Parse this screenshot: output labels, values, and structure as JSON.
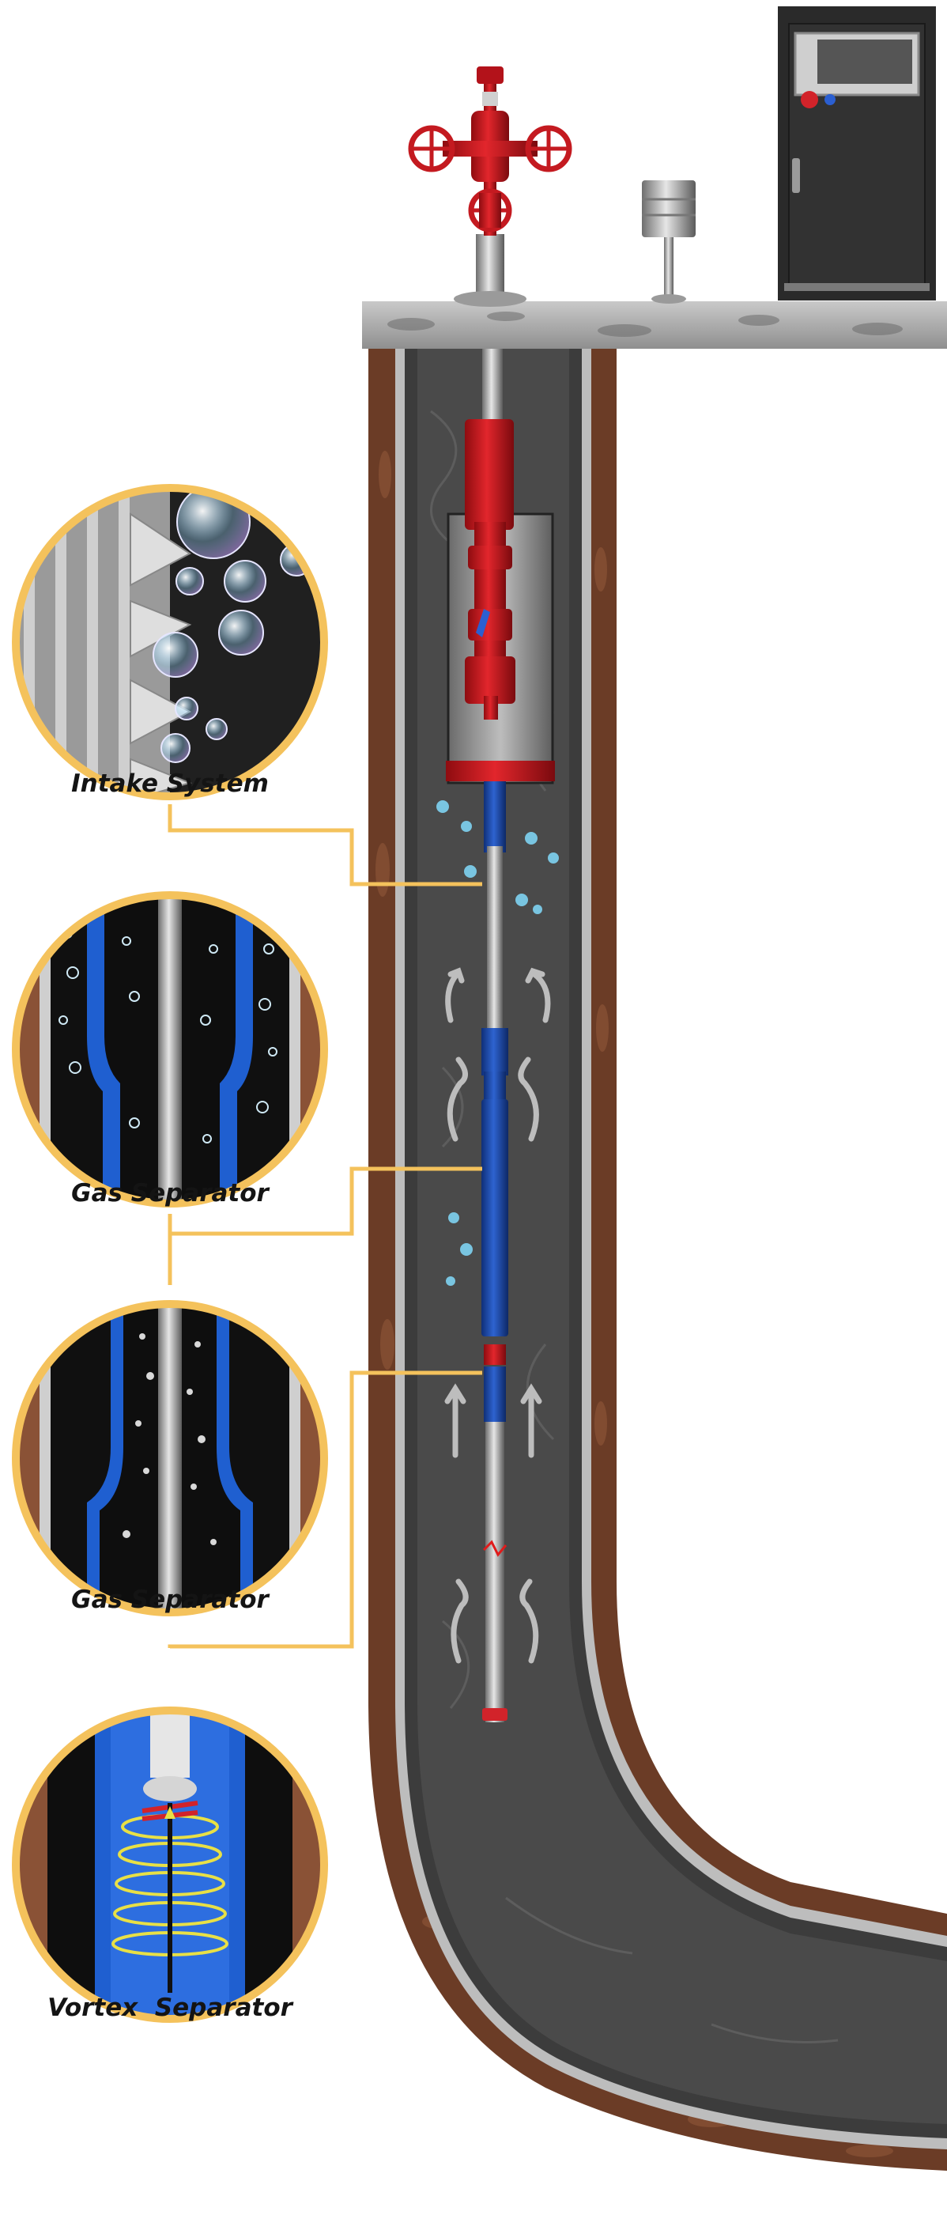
{
  "callouts": [
    {
      "label": "Intake System",
      "icon": "bubbles-intake-icon"
    },
    {
      "label": "Gas Separator",
      "icon": "gas-separator-icon"
    },
    {
      "label": "Gas Separator",
      "icon": "gas-separator-icon"
    },
    {
      "label": "Vortex  Separator",
      "icon": "vortex-separator-icon"
    }
  ],
  "colors": {
    "accent_gold": "#f4c25c",
    "pump_red": "#c8141c",
    "separator_blue": "#1c4fb8",
    "soil_brown": "#6b3c26",
    "casing_gray": "#bdbdbd",
    "wellbore_dark": "#3c3c3c"
  }
}
